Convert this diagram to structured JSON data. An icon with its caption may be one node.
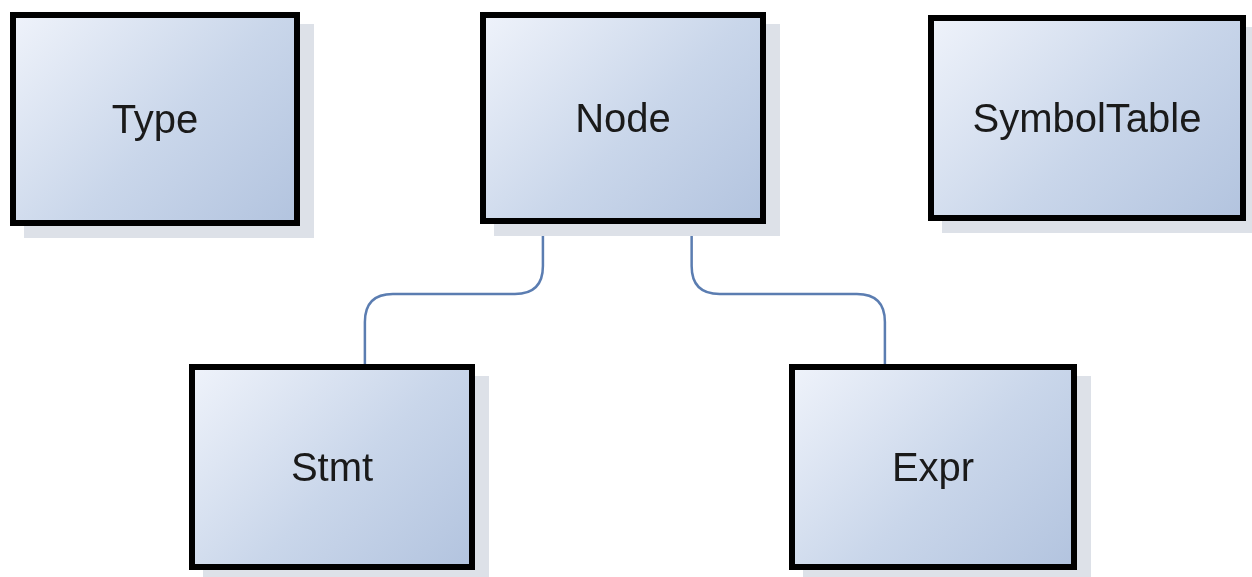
{
  "diagram": {
    "nodes": [
      {
        "text": [
          "Type"
        ]
      },
      {
        "text": [
          "Node"
        ]
      },
      {
        "text": [
          "SymbolTable"
        ]
      },
      {
        "text": [
          "Stmt"
        ]
      },
      {
        "text": [
          "Expr"
        ]
      }
    ],
    "edges": [
      {
        "from": 1,
        "to": 3,
        "arrow": "none"
      },
      {
        "from": 1,
        "to": 4,
        "arrow": "none"
      }
    ]
  }
}
